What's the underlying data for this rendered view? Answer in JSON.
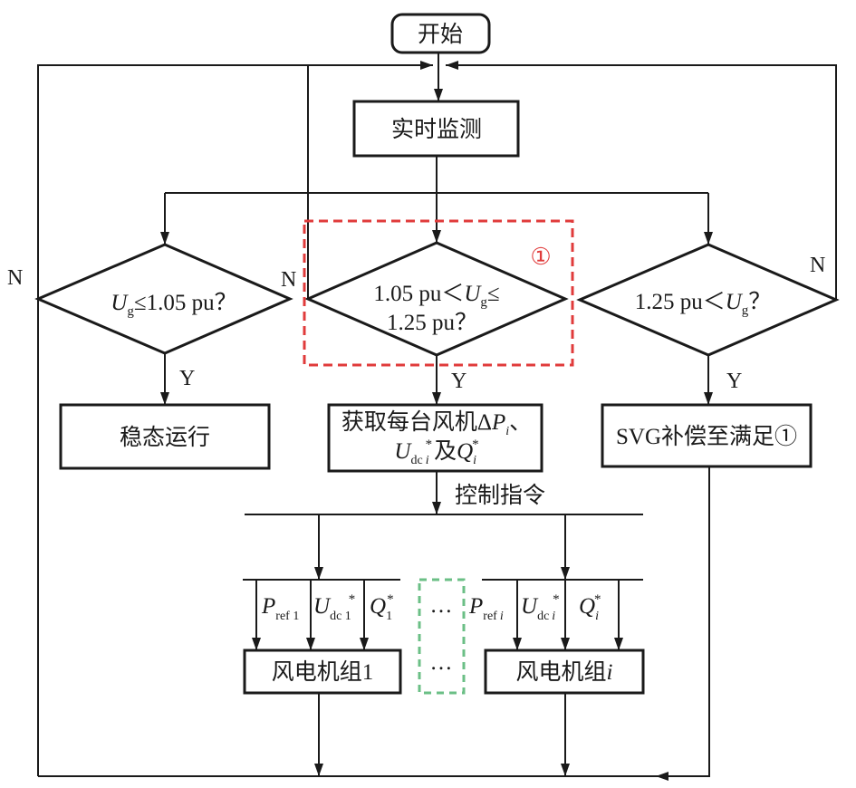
{
  "start": {
    "label": "开始"
  },
  "monitor": {
    "label": "实时监测"
  },
  "decision_low": {
    "var": "U",
    "sub": "g",
    "text": "≤1.05 pu？"
  },
  "decision_mid": {
    "pre": "1.05 pu＜",
    "var": "U",
    "sub": "g",
    "post": "≤",
    "line2": "1.25 pu？"
  },
  "decision_high": {
    "pre": "1.25 pu＜",
    "var": "U",
    "sub": "g",
    "post": "？"
  },
  "region_marker": "①",
  "branch": {
    "no": "N",
    "yes": "Y"
  },
  "steady": {
    "label": "稳态运行"
  },
  "acquire": {
    "line1": "获取每台风机Δ",
    "p_var": "P",
    "p_sub": "i",
    "sep": "、",
    "u_var": "U",
    "u_sub": "dc",
    "u_sub_idx": "i",
    "u_sup": "*",
    "and": "及",
    "q_var": "Q",
    "q_sub": "i",
    "q_sup": "*"
  },
  "svg_comp": {
    "label": "SVG补偿至满足①"
  },
  "control": {
    "label": "控制指令"
  },
  "unit_1": {
    "label": "风电机组1",
    "p": {
      "var": "P",
      "sub": "ref 1"
    },
    "u": {
      "var": "U",
      "sub": "dc 1",
      "sup": "*"
    },
    "q": {
      "var": "Q",
      "sub": "1",
      "sup": "*"
    }
  },
  "unit_i": {
    "label": "风电机组",
    "label_idx": "i",
    "p": {
      "var": "P",
      "sub": "ref",
      "sub_idx": "i"
    },
    "u": {
      "var": "U",
      "sub": "dc",
      "sub_idx": "i",
      "sup": "*"
    },
    "q": {
      "var": "Q",
      "sub": "i",
      "sup": "*"
    }
  },
  "ellipsis": "…",
  "colors": {
    "line": "#1a1a1a",
    "region_1": "#e03b3b",
    "units_gap": "#6bbf86"
  }
}
